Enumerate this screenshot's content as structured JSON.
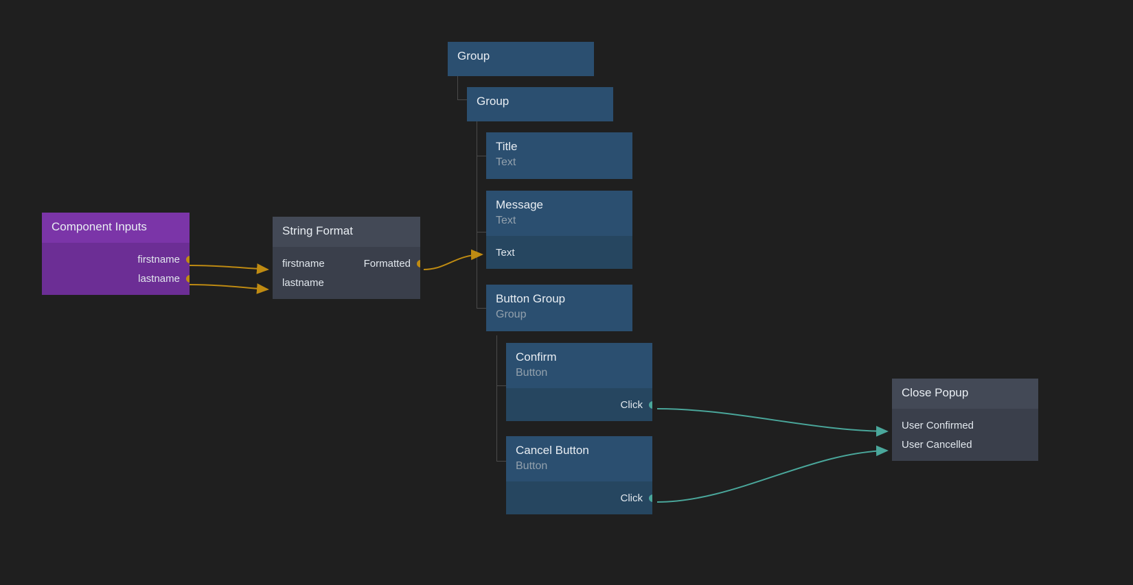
{
  "canvas": {
    "background": "#1f1f1f"
  },
  "palette": {
    "purple_header": "#7b35a8",
    "purple_body": "#6c2e95",
    "gray_header": "#434956",
    "gray_body": "#3a3f4b",
    "blue_header": "#2b4f70",
    "blue_body": "#264660",
    "orange_edge": "#bf8b12",
    "teal_edge": "#4aa79b",
    "tree_line": "#4b4b4b"
  },
  "nodes": {
    "component_inputs": {
      "title": "Component Inputs",
      "ports": [
        {
          "label": "firstname",
          "kind": "output",
          "color": "orange"
        },
        {
          "label": "lastname",
          "kind": "output",
          "color": "orange"
        }
      ]
    },
    "string_format": {
      "title": "String Format",
      "rows": [
        {
          "input": "firstname",
          "output": "Formatted",
          "color": "orange"
        },
        {
          "input": "lastname",
          "output": "",
          "color": "orange"
        }
      ]
    },
    "group_outer": {
      "title": "Group"
    },
    "group_inner": {
      "title": "Group"
    },
    "title_node": {
      "title": "Title",
      "subtitle": "Text"
    },
    "message_node": {
      "title": "Message",
      "subtitle": "Text",
      "ports": [
        {
          "label": "Text",
          "kind": "input"
        }
      ]
    },
    "button_group": {
      "title": "Button Group",
      "subtitle": "Group"
    },
    "confirm": {
      "title": "Confirm",
      "subtitle": "Button",
      "ports": [
        {
          "label": "Click",
          "kind": "output",
          "color": "teal"
        }
      ]
    },
    "cancel_button": {
      "title": "Cancel Button",
      "subtitle": "Button",
      "ports": [
        {
          "label": "Click",
          "kind": "output",
          "color": "teal"
        }
      ]
    },
    "close_popup": {
      "title": "Close Popup",
      "ports": [
        {
          "label": "User Confirmed",
          "kind": "input",
          "color": "teal"
        },
        {
          "label": "User Cancelled",
          "kind": "input",
          "color": "teal"
        }
      ]
    }
  }
}
